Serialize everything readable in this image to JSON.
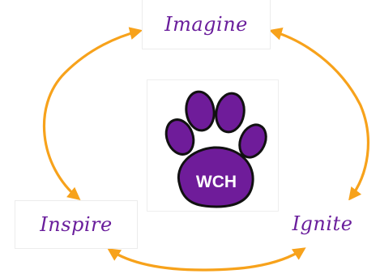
{
  "labels": {
    "imagine": "Imagine",
    "inspire": "Inspire",
    "ignite": "Ignite"
  },
  "logo": {
    "text": "WCH",
    "icon": "paw-print-icon"
  },
  "colors": {
    "arrow": "#f7a21b",
    "label_text": "#6a1e9c",
    "paw_fill": "#6f1c9a",
    "paw_outline": "#111111",
    "logo_text": "#ffffff"
  }
}
